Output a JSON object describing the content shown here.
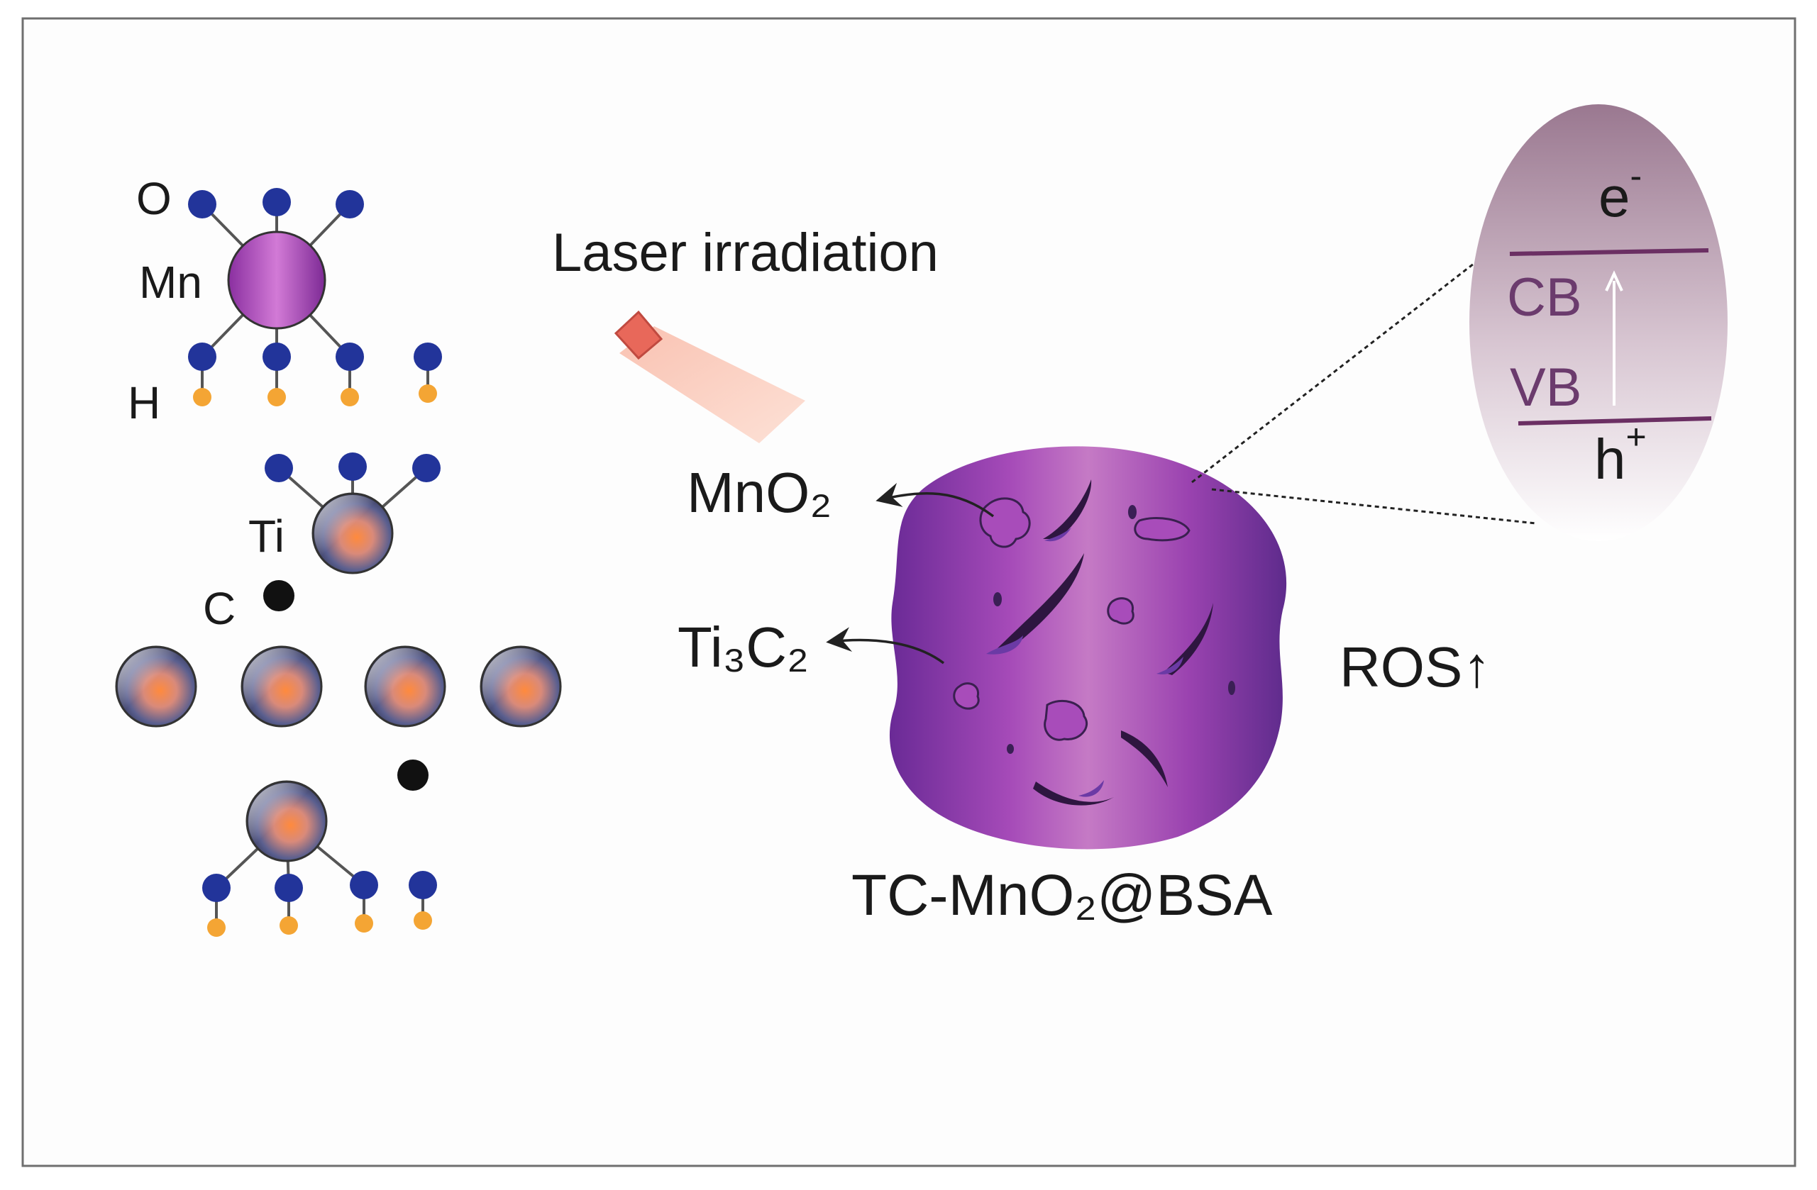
{
  "labels": {
    "oxygen": "O",
    "manganese": "Mn",
    "hydrogen": "H",
    "titanium": "Ti",
    "carbon": "C",
    "laser": "Laser irradiation",
    "mno2": "MnO₂",
    "ti3c2": "Ti₃C₂",
    "ros": "ROS↑",
    "composite": "TC-MnO₂@BSA",
    "electron": "e",
    "electron_sup": "-",
    "conduction_band": "CB",
    "valence_band": "VB",
    "hole": "h",
    "hole_sup": "+"
  },
  "colors": {
    "oxygen_atom": "#22349a",
    "hydrogen_atom": "#f4a534",
    "manganese_atom": "#9b3aa8",
    "carbon_atom": "#111111",
    "nanoparticle": "#8a3fae",
    "band_line": "#6b2f63",
    "band_label": "#6b3b6d",
    "laser_tip": "#e8685a",
    "laser_beam": "#fbd3c5"
  },
  "icons": [
    "laser-pointer-icon",
    "up-arrow-icon"
  ]
}
